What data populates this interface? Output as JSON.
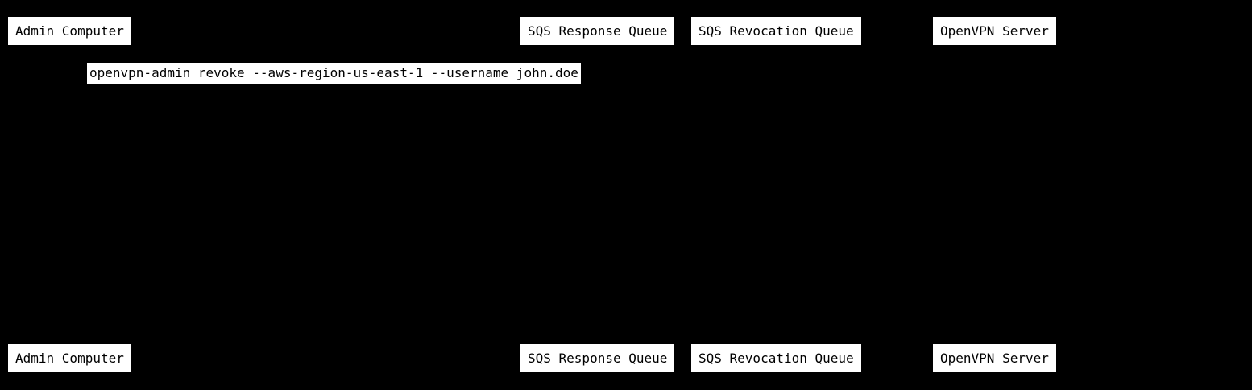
{
  "diagram": {
    "type": "sequence",
    "background_color": "#000000",
    "participant_box_fill": "#ffffff",
    "participant_text_color": "#000000",
    "participants": [
      {
        "label": "Admin Computer"
      },
      {
        "label": "SQS Response Queue"
      },
      {
        "label": "SQS Revocation Queue"
      },
      {
        "label": "OpenVPN Server"
      }
    ],
    "messages": [
      {
        "text": "openvpn-admin revoke --aws-region-us-east-1 --username john.doe"
      }
    ]
  }
}
